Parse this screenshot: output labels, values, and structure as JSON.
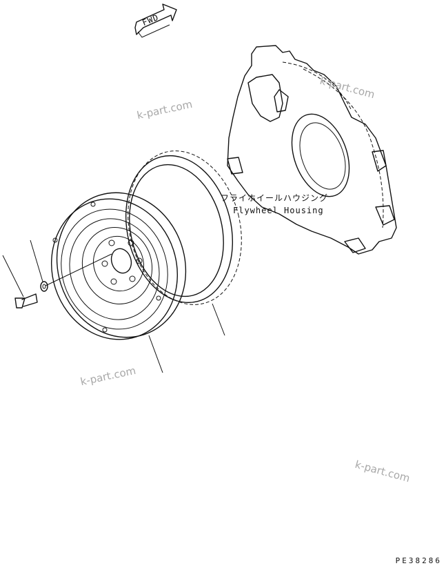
{
  "direction_arrow": {
    "text": "FWD"
  },
  "housing_label": {
    "jp": "フライホイールハウジング",
    "en": "Flywheel Housing"
  },
  "watermarks": [
    "k-part.com",
    "k-part.com",
    "k-part.com",
    "k-part.com"
  ],
  "drawing_code": "PE38286"
}
